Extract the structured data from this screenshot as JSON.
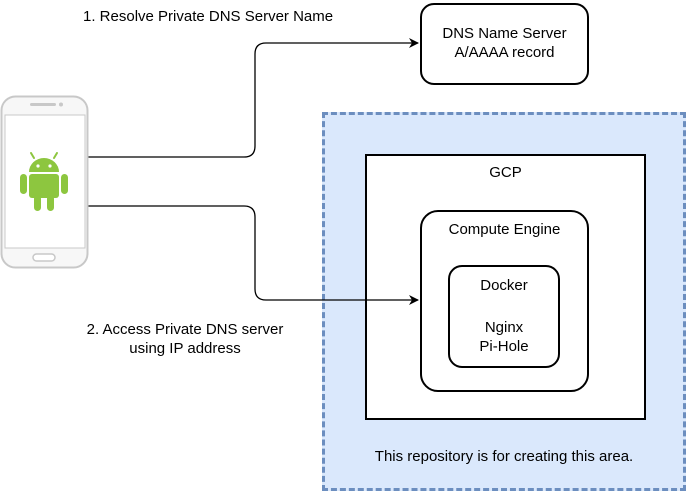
{
  "steps": {
    "step1": "1. Resolve Private DNS Server Name",
    "step2_line1": "2. Access Private DNS server",
    "step2_line2": "using IP address"
  },
  "dns_server": {
    "line1": "DNS Name Server",
    "line2": "A/AAAA record"
  },
  "repo_area": {
    "caption": "This repository is for creating this area."
  },
  "gcp": {
    "label": "GCP"
  },
  "compute_engine": {
    "label": "Compute Engine"
  },
  "docker": {
    "label": "Docker",
    "line1": "Nginx",
    "line2": "Pi-Hole"
  },
  "colors": {
    "area_fill": "#dae8fc",
    "area_border": "#6c8ebf",
    "android_green": "#8dc63f"
  },
  "icons": [
    "android-phone-icon"
  ]
}
